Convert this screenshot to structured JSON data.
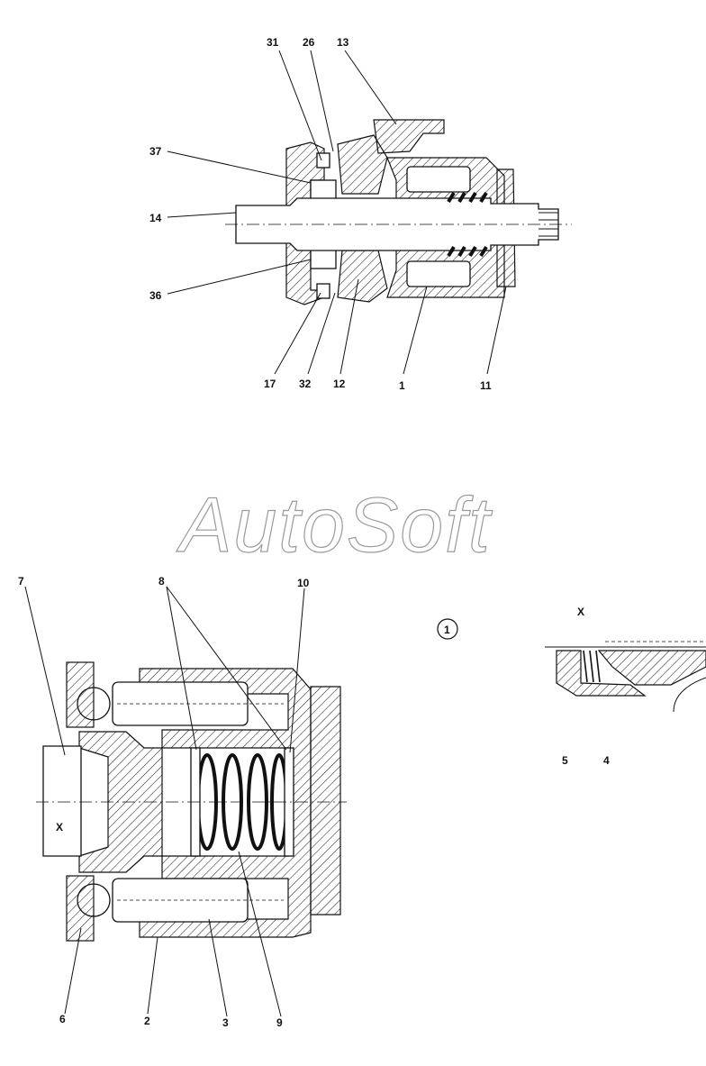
{
  "watermark": "AutoSoft",
  "top_view": {
    "callouts": [
      "31",
      "26",
      "13",
      "37",
      "14",
      "36",
      "17",
      "32",
      "12",
      "1",
      "11"
    ]
  },
  "bottom_view": {
    "callouts": [
      "7",
      "8",
      "10",
      "6",
      "2",
      "3",
      "9"
    ],
    "section_mark": "X"
  },
  "detail": {
    "circled_number": "1",
    "title": "X",
    "callouts": [
      "5",
      "4"
    ]
  }
}
